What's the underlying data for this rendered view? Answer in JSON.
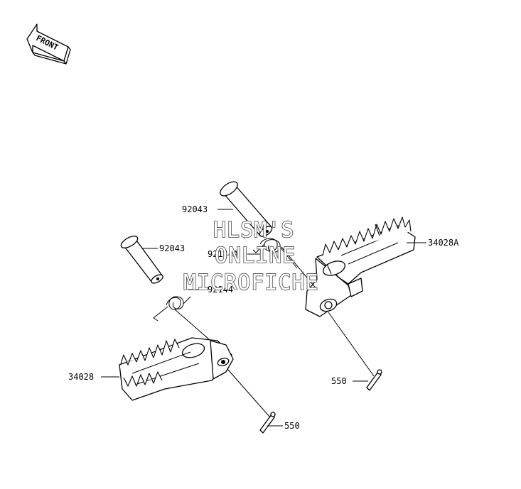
{
  "front_badge": {
    "text": "FRONT"
  },
  "parts": {
    "pin_upper": "92043",
    "pin_lower": "92043",
    "spring_right": "92144A",
    "spring_left": "92144",
    "footpeg_right": "34028A",
    "footpeg_left": "34028",
    "cotter_right": "550",
    "cotter_left": "550"
  },
  "watermark": {
    "line1": "HLSM'S",
    "line2": "ONLINE",
    "line3": "MICROFICHE"
  }
}
